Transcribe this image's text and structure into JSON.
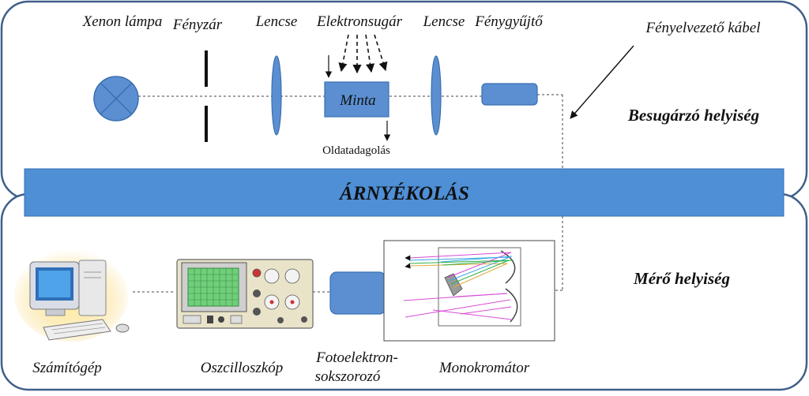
{
  "labels": {
    "xenon_lamp": "Xenon lámpa",
    "shutter": "Fényzár",
    "lens_left": "Lencse",
    "electron_beam": "Elektronsugár",
    "lens_right": "Lencse",
    "light_collector": "Fénygyűjtő",
    "fiber_cable": "Fényelvezető kábel",
    "sample": "Minta",
    "solution_dosing": "Oldatadagolás",
    "irradiation_room": "Besugárzó helyiség",
    "shielding": "ÁRNYÉKOLÁS",
    "measurement_room": "Mérő helyiség",
    "computer": "Számítógép",
    "oscilloscope": "Oszcilloszkóp",
    "photomultiplier_line1": "Fotoelektron-",
    "photomultiplier_line2": "sokszorozó",
    "monochromator": "Monokromátor"
  },
  "colors": {
    "frame_stroke": "#3f5f8a",
    "component_fill": "#5b8fd1",
    "component_stroke": "#3a6fb0",
    "banner_fill": "#4e8fd6",
    "computer_glow": "#f5c542",
    "scope_screen": "#6fcf7a"
  }
}
